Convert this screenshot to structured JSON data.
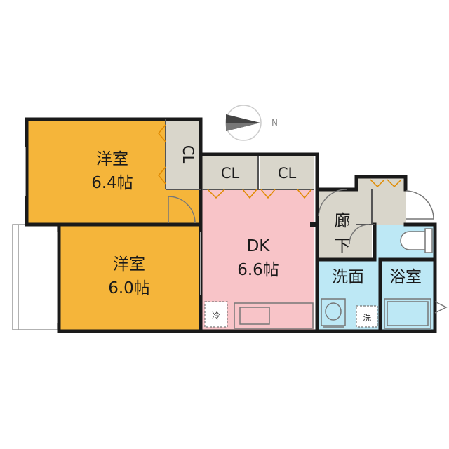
{
  "compass": {
    "label": "N"
  },
  "rooms": {
    "western_room_upper": {
      "name": "洋室",
      "size": "6.4帖",
      "color": "#F5B53A"
    },
    "western_room_lower": {
      "name": "洋室",
      "size": "6.0帖",
      "color": "#F5B53A"
    },
    "dining_kitchen": {
      "name": "DK",
      "size": "6.6帖",
      "color": "#F8C4C8"
    },
    "hallway": {
      "name_top": "廊",
      "name_bottom": "下",
      "color": "#D9D6CB"
    },
    "washroom": {
      "name": "洗面",
      "color": "#BDE8F5"
    },
    "bathroom": {
      "name": "浴室",
      "color": "#BDE8F5"
    },
    "toilet": {
      "color": "#BDE8F5"
    }
  },
  "closets": {
    "closet_vertical": "CL",
    "closet_left": "CL",
    "closet_right": "CL",
    "color": "#D9D6CB"
  },
  "appliances": {
    "fridge": "冷",
    "washer": "洗"
  }
}
